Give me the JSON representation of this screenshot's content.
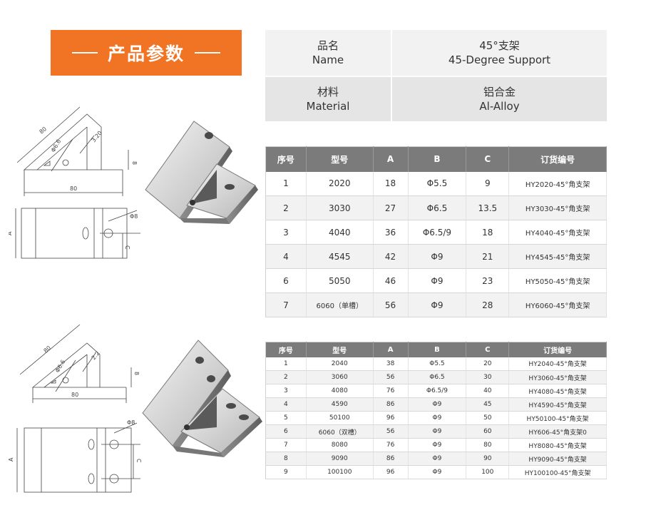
{
  "banner": {
    "title": "产品参数"
  },
  "spec": {
    "rows": [
      {
        "key_cn": "品名",
        "key_en": "Name",
        "val_cn": "45°支架",
        "val_en": "45-Degree Support"
      },
      {
        "key_cn": "材料",
        "key_en": "Material",
        "val_cn": "铝合金",
        "val_en": "Al-Alloy"
      }
    ]
  },
  "table1": {
    "headers": [
      "序号",
      "型号",
      "A",
      "B",
      "C",
      "订货编号"
    ],
    "rows": [
      [
        "1",
        "2020",
        "18",
        "Φ5.5",
        "9",
        "HY2020-45°角支架"
      ],
      [
        "2",
        "3030",
        "27",
        "Φ6.5",
        "13.5",
        "HY3030-45°角支架"
      ],
      [
        "3",
        "4040",
        "36",
        "Φ6.5/9",
        "18",
        "HY4040-45°角支架"
      ],
      [
        "4",
        "4545",
        "42",
        "Φ9",
        "21",
        "HY4545-45°角支架"
      ],
      [
        "6",
        "5050",
        "46",
        "Φ9",
        "23",
        "HY5050-45°角支架"
      ],
      [
        "7",
        "6060（单槽）",
        "56",
        "Φ9",
        "28",
        "HY6060-45°角支架"
      ]
    ]
  },
  "table2": {
    "headers": [
      "序号",
      "型号",
      "A",
      "B",
      "C",
      "订货编号"
    ],
    "rows": [
      [
        "1",
        "2040",
        "38",
        "Φ5.5",
        "20",
        "HY2040-45°角支架"
      ],
      [
        "2",
        "3060",
        "56",
        "Φ6.5",
        "30",
        "HY3060-45°角支架"
      ],
      [
        "3",
        "4080",
        "76",
        "Φ6.5/9",
        "40",
        "HY4080-45°角支架"
      ],
      [
        "4",
        "4590",
        "86",
        "Φ9",
        "45",
        "HY4590-45°角支架"
      ],
      [
        "5",
        "50100",
        "96",
        "Φ9",
        "50",
        "HY50100-45°角支架"
      ],
      [
        "6",
        "6060（双槽）",
        "56",
        "Φ9",
        "60",
        "HY606-45°角支架0"
      ],
      [
        "7",
        "8080",
        "76",
        "Φ9",
        "80",
        "HY8080-45°角支架"
      ],
      [
        "8",
        "9090",
        "86",
        "Φ9",
        "90",
        "HY9090-45°角支架"
      ],
      [
        "9",
        "100100",
        "96",
        "Φ9",
        "100",
        "HY100100-45°角支架"
      ]
    ]
  },
  "drawing1": {
    "dim_slant": "80",
    "dim_base": "80",
    "dim_hole": "Φ6.6",
    "dim_thk": "3.20",
    "dim_h": "8",
    "dim_b": "Φ8",
    "dim_a": "A",
    "dim_c": "C"
  },
  "drawing2": {
    "dim_slant": "80",
    "dim_base": "80",
    "dim_hole": "Φ6.6",
    "dim_thk": "2.2",
    "dim_h": "8",
    "dim_b": "Φ8",
    "dim_a": "A",
    "dim_c": "C"
  }
}
